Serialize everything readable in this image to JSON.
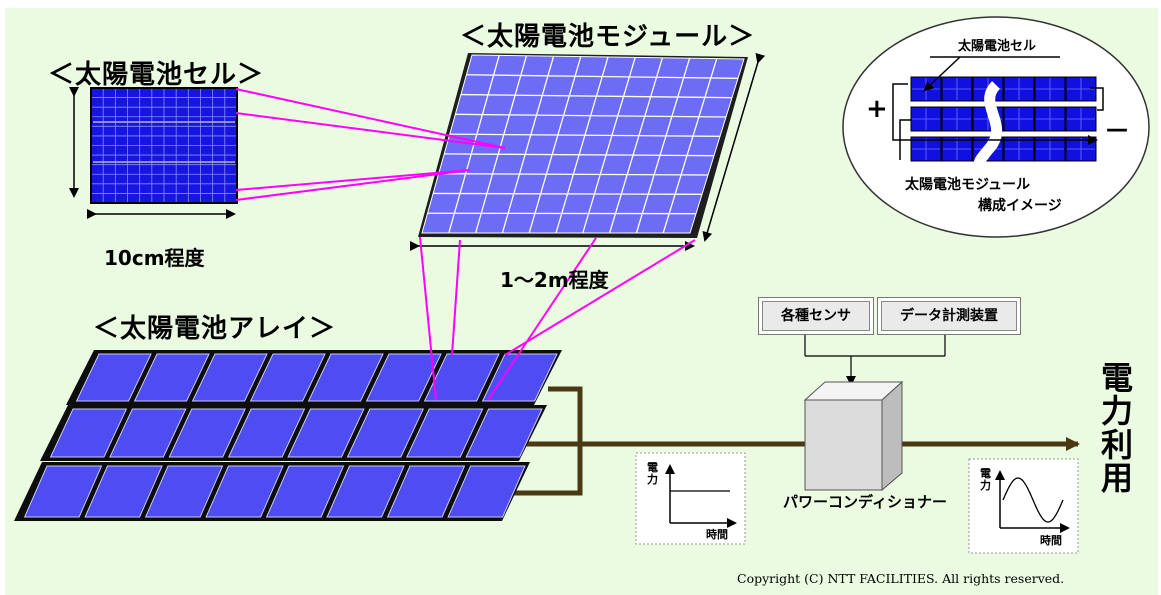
{
  "labels": {
    "cell_title": "＜太陽電池セル＞",
    "module_title": "＜太陽電池モジュール＞",
    "array_title": "＜太陽電池アレイ＞",
    "cell_size": "10cm程度",
    "module_size": "1～2m程度"
  },
  "inset": {
    "cell_label": "太陽電池セル",
    "caption_line1": "太陽電池モジュール",
    "caption_line2": "構成イメージ",
    "plus": "+",
    "minus": "－"
  },
  "equipment": {
    "sensors": "各種センサ",
    "data_logger": "データ計測装置",
    "power_conditioner": "パワーコンディショナー"
  },
  "output_label": "電力利用",
  "dc_graph": {
    "y_label": "電力",
    "x_label": "時間"
  },
  "ac_graph": {
    "y_label": "電力",
    "x_label": "時間"
  },
  "copyright": "Copyright (C) NTT FACILITIES. All rights reserved.",
  "colors": {
    "panel_blue": "#4d4df2",
    "cell_blue": "#1616e0",
    "grid_white": "#ffffff",
    "magenta_line": "#ff00ff",
    "cable": "#4a3a14",
    "background": "#eafbe1"
  }
}
